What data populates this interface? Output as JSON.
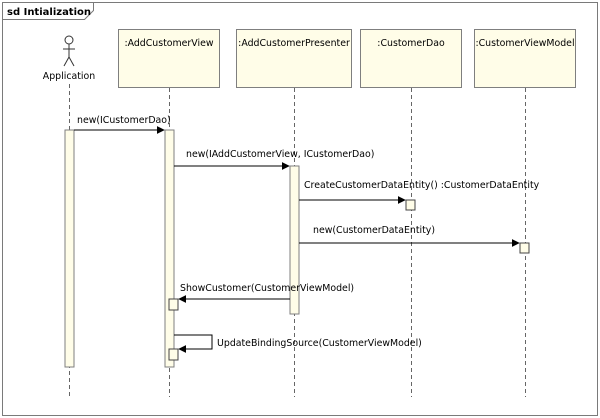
{
  "frame": {
    "title": "sd Intialization"
  },
  "actor": {
    "name": "Application"
  },
  "lifelines": [
    {
      "name": ":AddCustomerView"
    },
    {
      "name": ":AddCustomerPresenter"
    },
    {
      "name": ":CustomerDao"
    },
    {
      "name": ":CustomerViewModel"
    }
  ],
  "messages": [
    {
      "label": "new(ICustomerDao)"
    },
    {
      "label": "new(IAddCustomerView, ICustomerDao)"
    },
    {
      "label": "CreateCustomerDataEntity() :CustomerDataEntity"
    },
    {
      "label": "new(CustomerDataEntity)"
    },
    {
      "label": "ShowCustomer(CustomerViewModel)"
    },
    {
      "label": "UpdateBindingSource(CustomerViewModel)"
    }
  ],
  "colors": {
    "frame_border": "#7a7a7a",
    "lifeline_fill": "#fffde8",
    "lifeline_border": "#7f7f7f",
    "activation_fill": "#fffde8",
    "line": "#000000"
  }
}
